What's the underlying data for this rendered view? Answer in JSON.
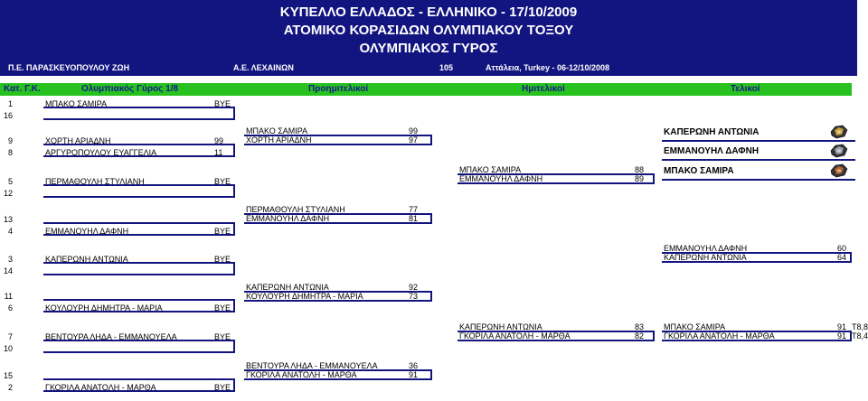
{
  "header": {
    "line1": "ΚΥΠΕΛΛΟ ΕΛΛΑΔΟΣ - ΕΛΛΗΝΙΚΟ - 17/10/2009",
    "line2": "ΑΤΟΜΙΚΟ ΚΟΡΑΣΙΔΩΝ ΟΛΥΜΠΙΑΚΟΥ ΤΟΞΟΥ",
    "line3": "ΟΛΥΜΠΙΑΚΟΣ ΓΥΡΟΣ"
  },
  "info": {
    "pe": "Π.Ε.  ΠΑΡΑΣΚΕΥΟΠΟΥΛΟΥ ΖΩΗ",
    "ae": "Α.Ε. ΛΕΧΑΙΝΩΝ",
    "score": "105",
    "record": "Αττάλεια, Turkey - 06-12/10/2008"
  },
  "rounds": {
    "cat": "Κατ. Γ.Κ.",
    "r1": "Ολυμπιακός Γύρος 1/8",
    "r2": "Προημιτελικοί",
    "r3": "Ημιτελικοί",
    "r4": "Τελικοί"
  },
  "r1": [
    {
      "seed": "1",
      "name": "ΜΠΑΚΟ ΣΑΜΙΡΑ",
      "score": "BYE"
    },
    {
      "seed": "16",
      "name": "",
      "score": ""
    },
    {
      "seed": "9",
      "name": "ΧΟΡΤΗ ΑΡΙΑΔΝΗ",
      "score": "99"
    },
    {
      "seed": "8",
      "name": "ΑΡΓΥΡΟΠΟΥΛΟΥ ΕΥΑΓΓΕΛΙΑ",
      "score": "11"
    },
    {
      "seed": "5",
      "name": "ΠΕΡΜΑΘΟΥΛΗ ΣΤΥΛΙΑΝΗ",
      "score": "BYE"
    },
    {
      "seed": "12",
      "name": "",
      "score": ""
    },
    {
      "seed": "13",
      "name": "",
      "score": ""
    },
    {
      "seed": "4",
      "name": "ΕΜΜΑΝΟΥΗΛ ΔΑΦΝΗ",
      "score": "BYE"
    },
    {
      "seed": "3",
      "name": "ΚΑΠΕΡΩΝΗ ΑΝΤΩΝΙΑ",
      "score": "BYE"
    },
    {
      "seed": "14",
      "name": "",
      "score": ""
    },
    {
      "seed": "11",
      "name": "",
      "score": ""
    },
    {
      "seed": "6",
      "name": "ΚΟΥΛΟΥΡΗ ΔΗΜΗΤΡΑ - ΜΑΡΙΑ",
      "score": "BYE"
    },
    {
      "seed": "7",
      "name": "ΒΕΝΤΟΥΡΑ ΛΗΔΑ - ΕΜΜΑΝΟΥΕΛΑ",
      "score": "BYE"
    },
    {
      "seed": "10",
      "name": "",
      "score": ""
    },
    {
      "seed": "15",
      "name": "",
      "score": ""
    },
    {
      "seed": "2",
      "name": "ΓΚΟΡΙΛΑ ΑΝΑΤΟΛΗ - ΜΑΡΘΑ",
      "score": "BYE"
    }
  ],
  "qf": [
    {
      "name": "ΜΠΑΚΟ ΣΑΜΙΡΑ",
      "score": "99"
    },
    {
      "name": "ΧΟΡΤΗ ΑΡΙΑΔΝΗ",
      "score": "97"
    },
    {
      "name": "ΠΕΡΜΑΘΟΥΛΗ ΣΤΥΛΙΑΝΗ",
      "score": "77"
    },
    {
      "name": "ΕΜΜΑΝΟΥΗΛ ΔΑΦΝΗ",
      "score": "81"
    },
    {
      "name": "ΚΑΠΕΡΩΝΗ ΑΝΤΩΝΙΑ",
      "score": "92"
    },
    {
      "name": "ΚΟΥΛΟΥΡΗ ΔΗΜΗΤΡΑ - ΜΑΡΙΑ",
      "score": "73"
    },
    {
      "name": "ΒΕΝΤΟΥΡΑ ΛΗΔΑ - ΕΜΜΑΝΟΥΕΛΑ",
      "score": "36"
    },
    {
      "name": "ΓΚΟΡΙΛΑ ΑΝΑΤΟΛΗ - ΜΑΡΘΑ",
      "score": "91"
    }
  ],
  "sf": [
    {
      "name": "ΜΠΑΚΟ ΣΑΜΙΡΑ",
      "score": "88"
    },
    {
      "name": "ΕΜΜΑΝΟΥΗΛ ΔΑΦΝΗ",
      "score": "89"
    },
    {
      "name": "ΚΑΠΕΡΩΝΗ ΑΝΤΩΝΙΑ",
      "score": "83"
    },
    {
      "name": "ΓΚΟΡΙΛΑ ΑΝΑΤΟΛΗ - ΜΑΡΘΑ",
      "score": "82"
    }
  ],
  "final_gold": [
    {
      "name": "ΕΜΜΑΝΟΥΗΛ ΔΑΦΝΗ",
      "score": "60"
    },
    {
      "name": "ΚΑΠΕΡΩΝΗ ΑΝΤΩΝΙΑ",
      "score": "64"
    }
  ],
  "final_bronze": [
    {
      "name": "ΜΠΑΚΟ ΣΑΜΙΡΑ",
      "score": "91",
      "tb": "T8,8"
    },
    {
      "name": "ΓΚΟΡΙΛΑ ΑΝΑΤΟΛΗ - ΜΑΡΘΑ",
      "score": "91",
      "tb": "T8,4"
    }
  ],
  "podium": [
    {
      "name": "ΚΑΠΕΡΩΝΗ ΑΝΤΩΝΙΑ",
      "medal_color": "#c8a23a",
      "icon": "gold-medal-icon"
    },
    {
      "name": "ΕΜΜΑΝΟΥΗΛ ΔΑΦΝΗ",
      "medal_color": "#9aa3ad",
      "icon": "silver-medal-icon"
    },
    {
      "name": "ΜΠΑΚΟ ΣΑΜΙΡΑ",
      "medal_color": "#b3642e",
      "icon": "bronze-medal-icon"
    }
  ],
  "colors": {
    "navy": "#12147f",
    "green": "#27c21f"
  }
}
